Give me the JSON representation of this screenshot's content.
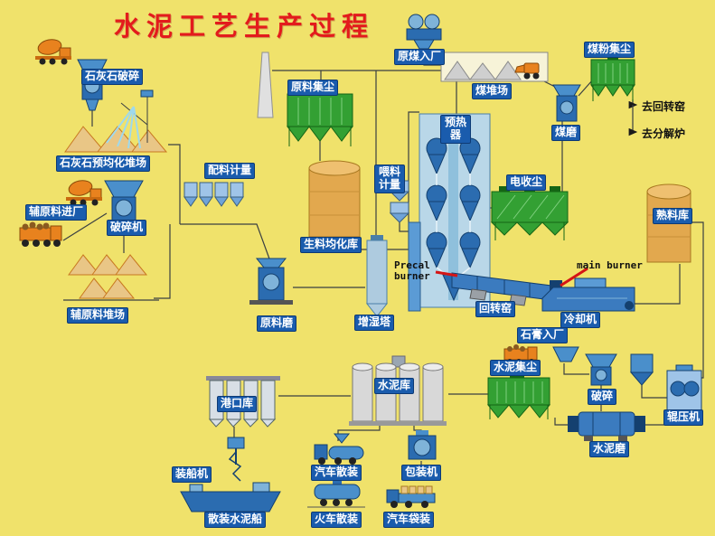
{
  "diagram": {
    "title": "水泥工艺生产过程",
    "labels": {
      "limestone_crushing": "石灰石破碎",
      "limestone_preblend_yard": "石灰石预均化堆场",
      "aux_material_entry": "辅原料进厂",
      "crusher": "破碎机",
      "aux_material_yard": "辅原料堆场",
      "batching_metering": "配料计量",
      "raw_material_dust": "原料集尘",
      "raw_meal_silo": "生料均化库",
      "raw_mill": "原料磨",
      "humidifier_tower": "增湿塔",
      "feed_metering": "喂料计量",
      "raw_coal_entry": "原煤入厂",
      "coal_yard": "煤堆场",
      "coal_dust": "煤粉集尘",
      "coal_mill": "煤磨",
      "to_rotary_kiln": "去回转窑",
      "to_calciner": "去分解炉",
      "preheater": "预热器",
      "esp": "电收尘",
      "clinker_silo": "熟料库",
      "precal_burner": "Precal burner",
      "main_burner": "main burner",
      "rotary_kiln": "回转窑",
      "cooler": "冷却机",
      "gypsum_entry": "石膏入厂",
      "cement_dust": "水泥集尘",
      "crushing": "破碎",
      "roller_press": "辊压机",
      "cement_mill": "水泥磨",
      "cement_silo": "水泥库",
      "port_silo": "港口库",
      "ship_loader": "装船机",
      "bulk_ship": "散装水泥船",
      "truck_bulk": "汽车散装",
      "train_bulk": "火车散装",
      "packing_machine": "包装机",
      "truck_bag": "汽车袋装"
    }
  },
  "colors": {
    "background": "#F0E26B",
    "title": "#E31B1C",
    "label_bg": "#1A5CAD",
    "label_text": "#FFFFFF",
    "dark_label_text": "#111111",
    "equipment_blue": "#2B6CB0",
    "filter_green": "#33A033",
    "silo_tan": "#E2A84E",
    "vehicle_orange": "#E8821E",
    "burner_red": "#D51515"
  }
}
